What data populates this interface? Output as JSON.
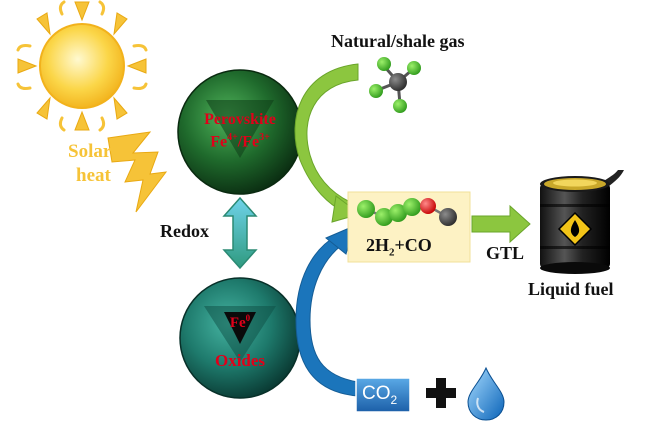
{
  "labels": {
    "natural_gas": "Natural/shale gas",
    "solar": "Solar",
    "heat": "heat",
    "perovskite": "Perovskite",
    "fe_high": "Fe",
    "fe_high_sup": "4+",
    "fe_sep": "/Fe",
    "fe_low_sup": "3+",
    "redox": "Redox",
    "syngas_a": "2H",
    "syngas_sub": "2",
    "syngas_b": "+CO",
    "gtl": "GTL",
    "liquid_fuel": "Liquid fuel",
    "fe0": "Fe",
    "fe0_sup": "0",
    "oxides": "Oxides",
    "co2": "CO",
    "co2_sub": "2"
  },
  "colors": {
    "sun": "#f6c338",
    "redox_text": "#e0001a",
    "green_arrow": "#8cc63f",
    "blue_arrow": "#1b75bb",
    "syngas_box": "#fdf2c4",
    "perovskite_sphere": "#1f6a2c",
    "oxide_sphere": "#1e7a6c"
  },
  "icons": [
    "sun-icon",
    "lightning-icon",
    "methane-molecule-icon",
    "syngas-molecule-icon",
    "oil-barrel-icon",
    "water-drop-icon",
    "plus-icon"
  ]
}
